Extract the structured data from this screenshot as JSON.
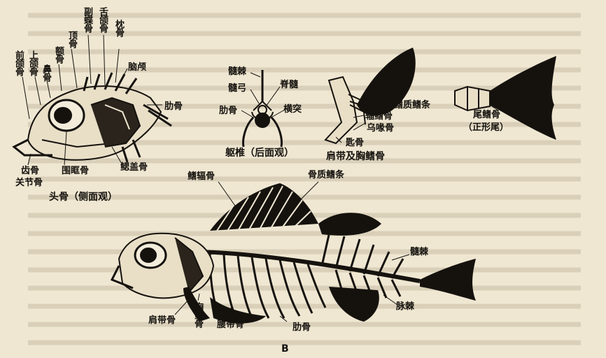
{
  "labels": {
    "nasal_bone": "鼻骨",
    "frontal_bone": "额骨",
    "premaxilla": "前颌骨",
    "maxilla": "上颌骨",
    "parasphenoid": "副蝶骨",
    "parietal": "顶骨",
    "hyomandibular": "舌颌骨",
    "occipital": "枕骨",
    "brain_case": "脑颅",
    "rib_top": "肋骨",
    "dentary": "齿骨",
    "articular": "关节骨",
    "circumorbital": "围眶骨",
    "opercle": "鳃盖骨",
    "skull_caption": "头骨（侧面观）",
    "neural_spine": "髓棘",
    "neural_arch": "髓弓",
    "spinal_cord": "脊髓",
    "rib_vertebra": "肋骨",
    "transverse_process": "横突",
    "vertebra_caption": "躯椎（后面观）",
    "bony_fin_ray_top": "鳍质鳍条",
    "radial": "辐鳍骨",
    "coracoid": "乌喙骨",
    "cleithrum": "匙骨",
    "pectoral_caption": "肩带及胸鳍骨",
    "caudal_caption_1": "尾鳍骨",
    "caudal_caption_2": "（正形尾）",
    "fin_radial_main": "鳍辐骨",
    "bony_fin_ray_main": "骨质鳍条",
    "neural_spine_main": "髓棘",
    "hemal_spine": "脉棘",
    "shoulder_girdle": "肩带骨",
    "pectoral_fin_bone": "胸鳍骨",
    "pelvic_bone": "腰带骨",
    "rib_main": "肋骨",
    "figure_letter": "B"
  },
  "colors": {
    "paper": "#efe7d2",
    "ink": "#15120e",
    "bone": "#f3ecdb"
  }
}
